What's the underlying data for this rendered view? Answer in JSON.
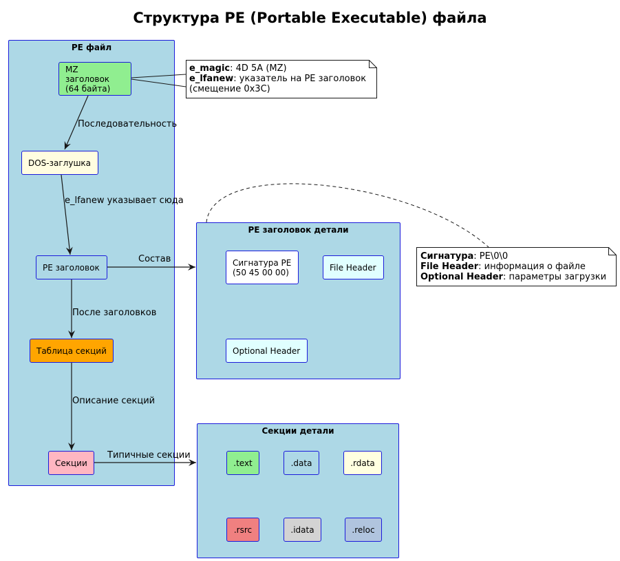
{
  "title": "Структура PE (Portable Executable) файла",
  "packages": {
    "pe_file": "PE файл",
    "pe_header_details": "PE заголовок детали",
    "sections_details": "Секции детали"
  },
  "nodes": {
    "mz_header": "MZ заголовок\n(64 байта)",
    "dos_stub": "DOS-заглушка",
    "pe_header": "PE заголовок",
    "section_table": "Таблица секций",
    "sections": "Секции",
    "signature": "Сигнатура PE\n(50 45 00 00)",
    "file_header": "File Header",
    "optional_header": "Optional Header",
    "text": ".text",
    "data": ".data",
    "rdata": ".rdata",
    "rsrc": ".rsrc",
    "idata": ".idata",
    "reloc": ".reloc"
  },
  "edges": {
    "mz_to_dos": "Последовательность",
    "dos_to_pe": "e_lfanew указывает сюда",
    "pe_to_details": "Состав",
    "pe_to_table": "После заголовков",
    "table_to_sections": "Описание секций",
    "sections_to_details": "Типичные секции"
  },
  "notes": {
    "mz": [
      {
        "key": "e_magic",
        "text": ": 4D 5A (MZ)"
      },
      {
        "key": "e_lfanew",
        "text": ": указатель на PE заголовок"
      },
      {
        "key": "",
        "text": "(смещение 0x3C)"
      }
    ],
    "pe": [
      {
        "key": "Сигнатура",
        "text": ": PE\\0\\0"
      },
      {
        "key": "File Header",
        "text": ": информация о файле"
      },
      {
        "key": "Optional Header",
        "text": ": параметры загрузки"
      }
    ]
  },
  "colors": {
    "package": "#add8e6",
    "border": "#1a1adb",
    "mz": "#90ee90",
    "dos": "#fffde0",
    "pe": "#add8e6",
    "table": "#ffa500",
    "sections": "#ffb6c1",
    "signature": "#ffffff",
    "header_box": "#e0ffff",
    "text": "#90ee90",
    "data": "#add8e6",
    "rdata": "#ffffe0",
    "rsrc": "#f08080",
    "idata": "#d3d3d3",
    "reloc": "#b0c4de"
  }
}
